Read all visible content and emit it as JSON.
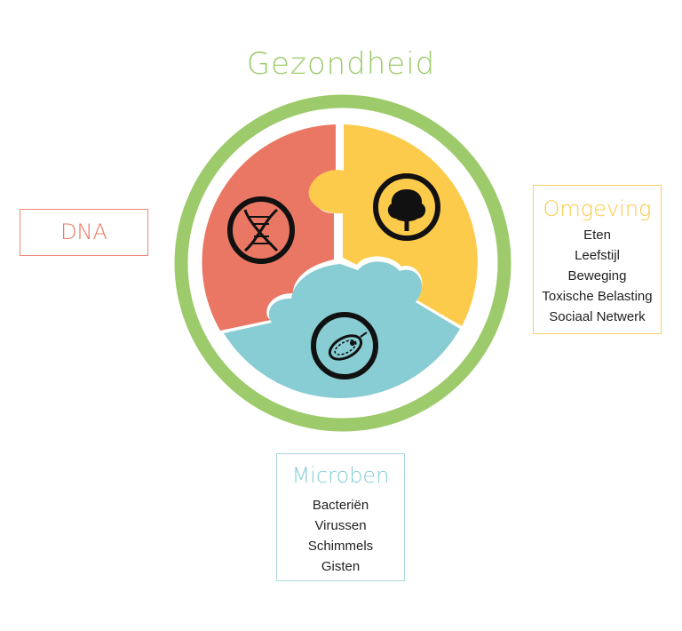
{
  "title": "Gezondheid",
  "colors": {
    "ring": "#9dcb6b",
    "dna": "#ea7763",
    "omgeving": "#fdcb4b",
    "microben": "#87cdd3",
    "icon_stroke": "#111111"
  },
  "segments": [
    {
      "name": "DNA",
      "icon": "dna-icon"
    },
    {
      "name": "Omgeving",
      "icon": "tree-icon"
    },
    {
      "name": "Microben",
      "icon": "microbe-icon"
    }
  ],
  "dna": {
    "heading": "DNA"
  },
  "omgeving": {
    "heading": "Omgeving",
    "items": [
      "Eten",
      "Leefstijl",
      "Beweging",
      "Toxische Belasting",
      "Sociaal Netwerk"
    ]
  },
  "microben": {
    "heading": "Microben",
    "items": [
      "Bacteriën",
      "Virussen",
      "Schimmels",
      "Gisten"
    ]
  }
}
